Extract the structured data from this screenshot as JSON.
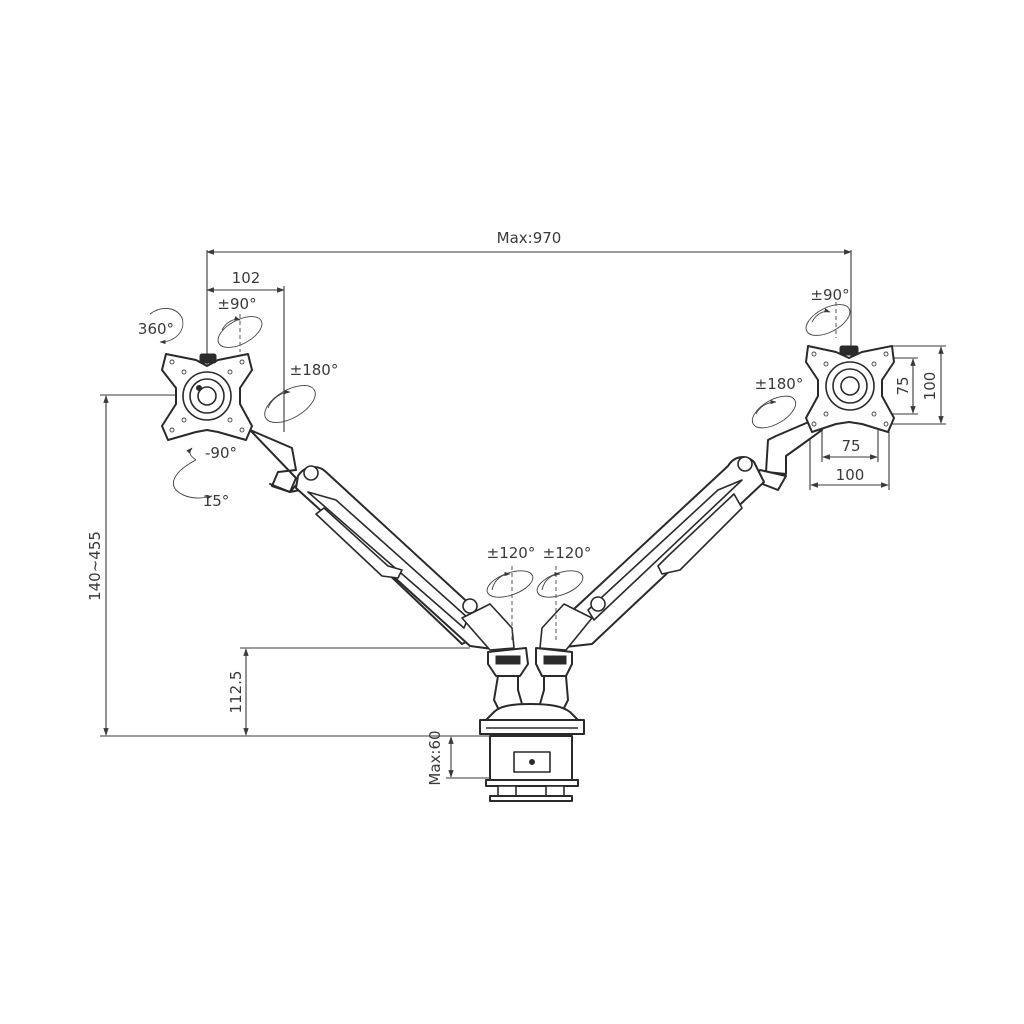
{
  "dimensions": {
    "max_reach": "Max:970",
    "plate_offset": "102",
    "arm_height_range": "140~455",
    "pole_height": "112.5",
    "clamp_max": "Max:60",
    "vesa_small_h": "75",
    "vesa_large_h": "100",
    "vesa_small_w": "75",
    "vesa_large_w": "100"
  },
  "rotations": {
    "left_rotate": "360°",
    "left_tilt": "±90°",
    "left_swivel": "±180°",
    "left_tilt_down": "-90°",
    "left_tilt_up": "15°",
    "right_tilt": "±90°",
    "right_swivel": "±180°",
    "center_left": "±120°",
    "center_right": "±120°"
  },
  "icons": [
    "rotation-arrow-icon",
    "tilt-ellipse-icon",
    "swivel-ellipse-icon"
  ]
}
